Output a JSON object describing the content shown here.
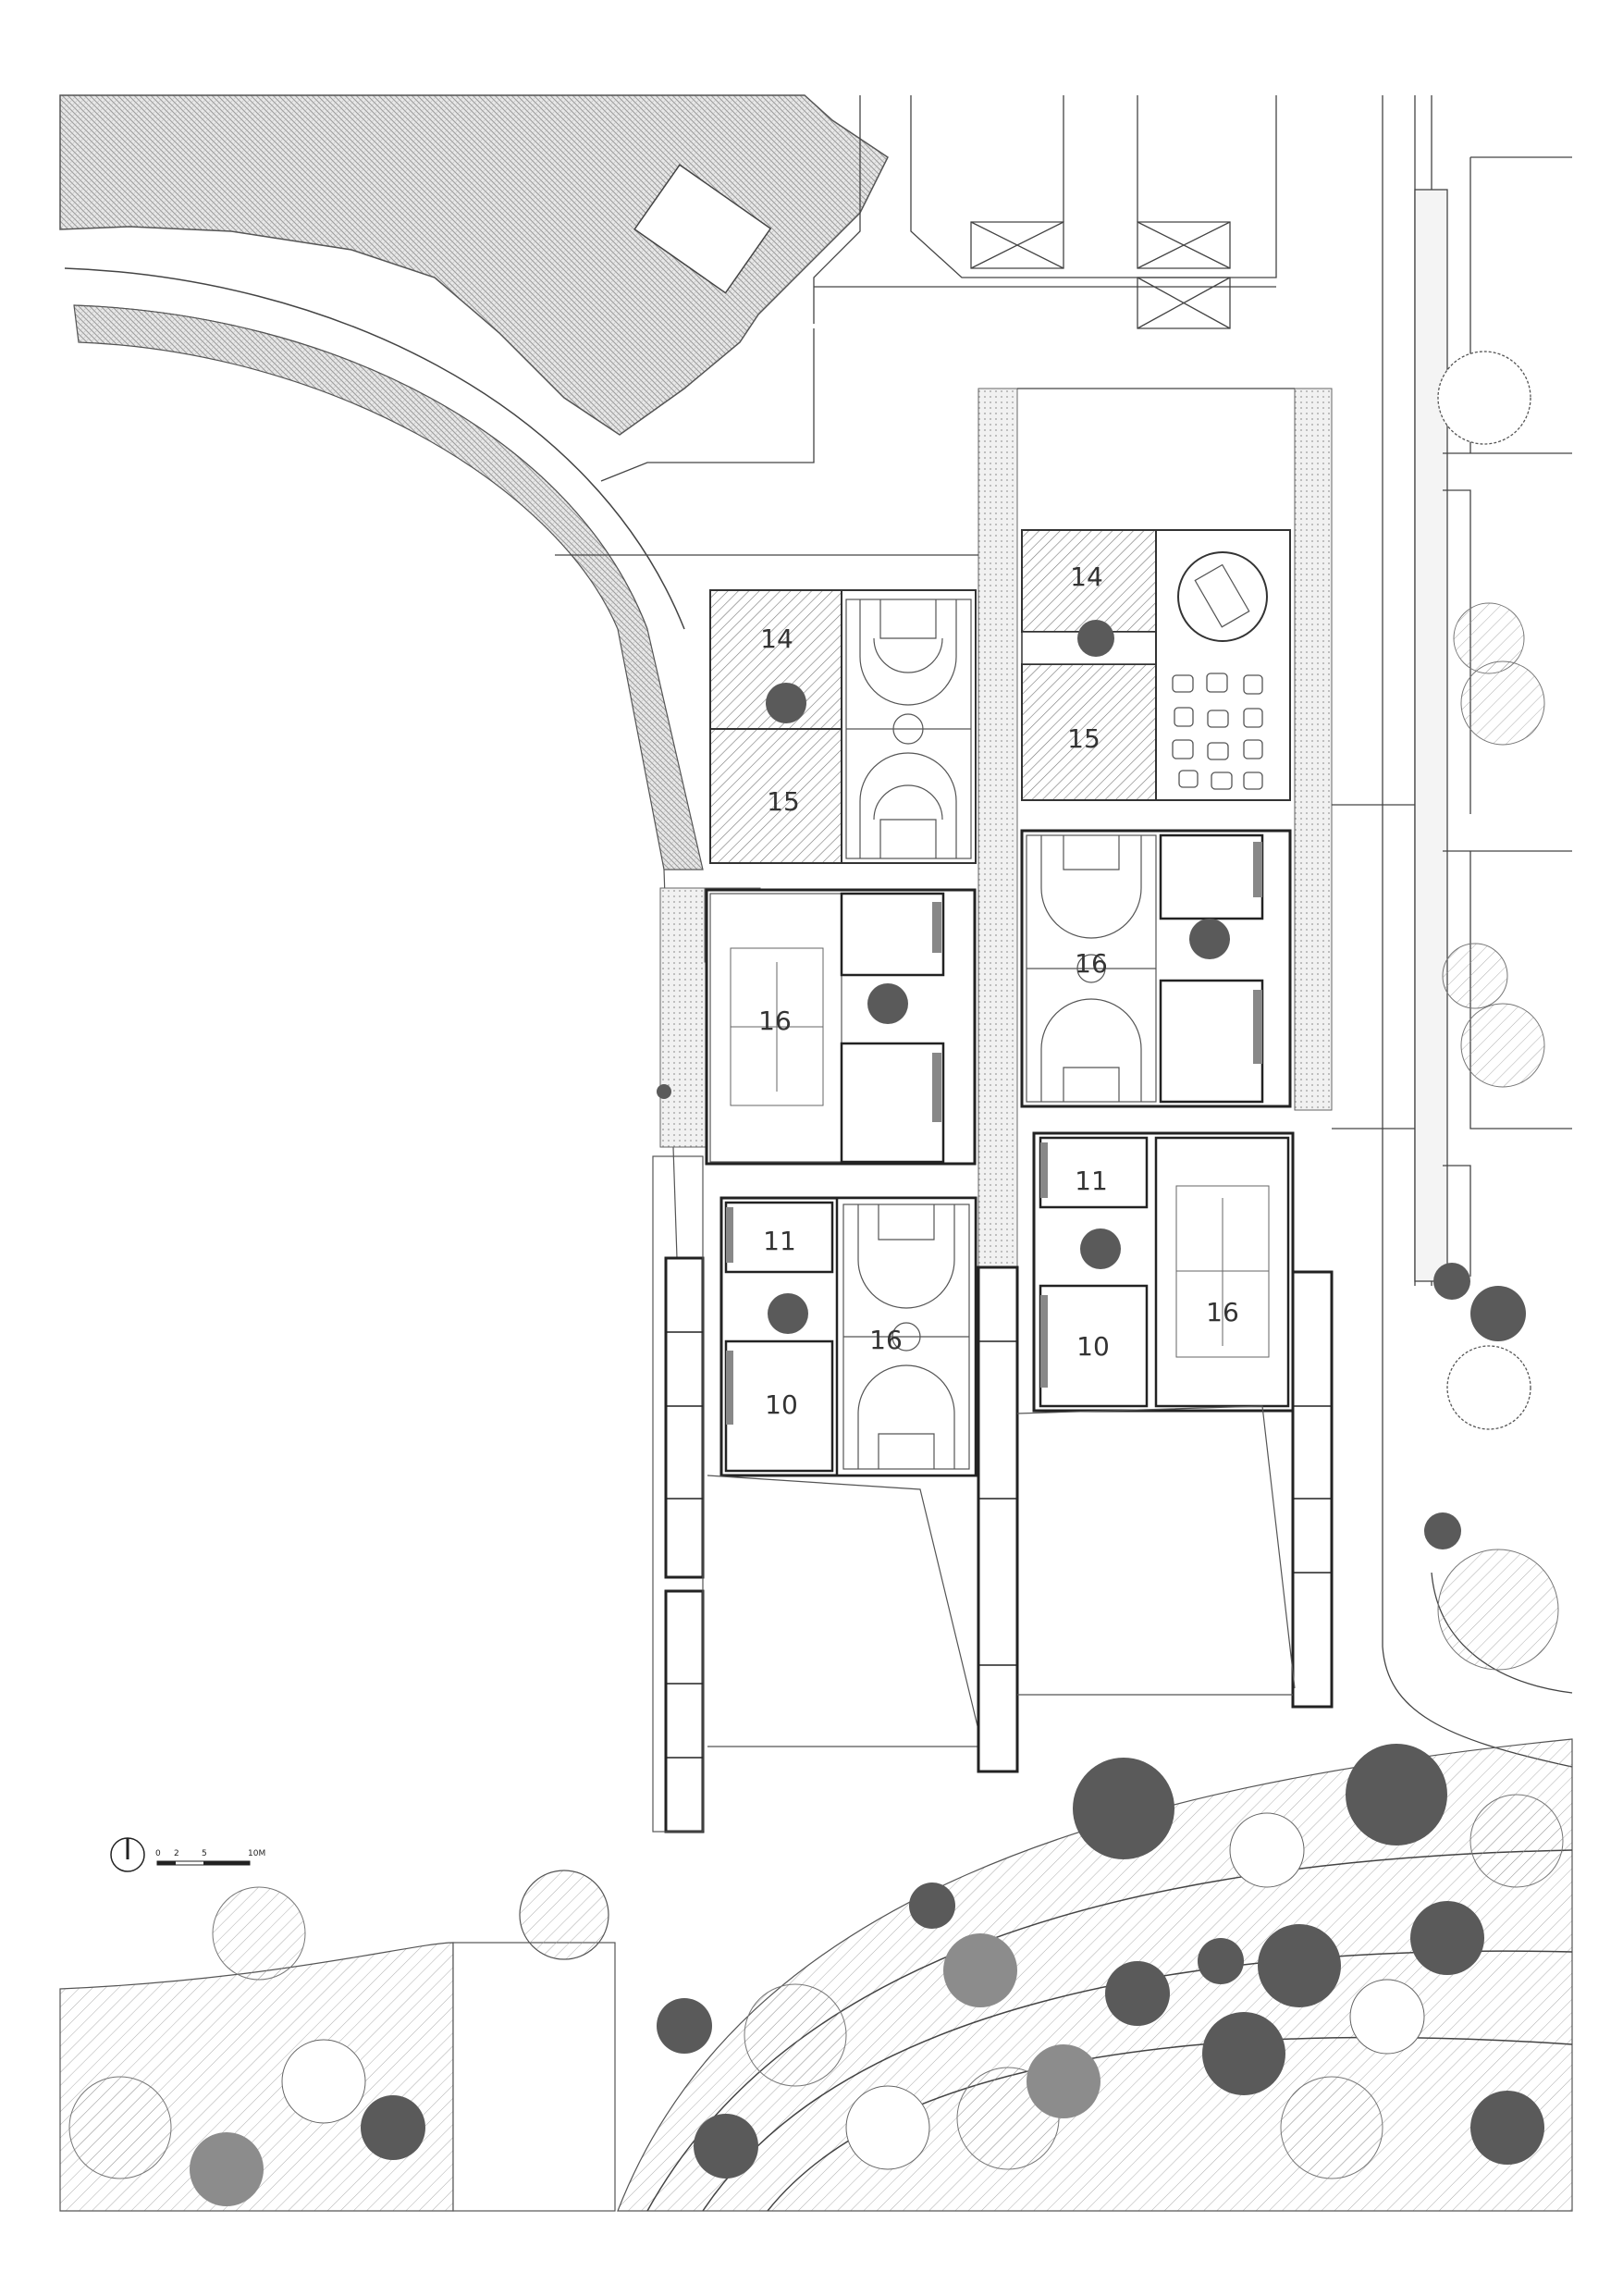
{
  "room_labels": {
    "west_14": "14",
    "west_15": "15",
    "west_16_court": "16",
    "west_11": "11",
    "west_16_basket": "16",
    "west_10": "10",
    "east_14": "14",
    "east_15": "15",
    "east_16_basket": "16",
    "east_11": "11",
    "east_10": "10",
    "east_16_court": "16"
  },
  "scale_bar": {
    "ticks": [
      "0",
      "2",
      "5",
      "10M"
    ]
  },
  "colors": {
    "line": "#3a3a3a",
    "hatch": "#777777",
    "tree_dark": "#5a5a5a",
    "tree_mid": "#8c8c8c",
    "tree_light": "#bdbdbd"
  }
}
